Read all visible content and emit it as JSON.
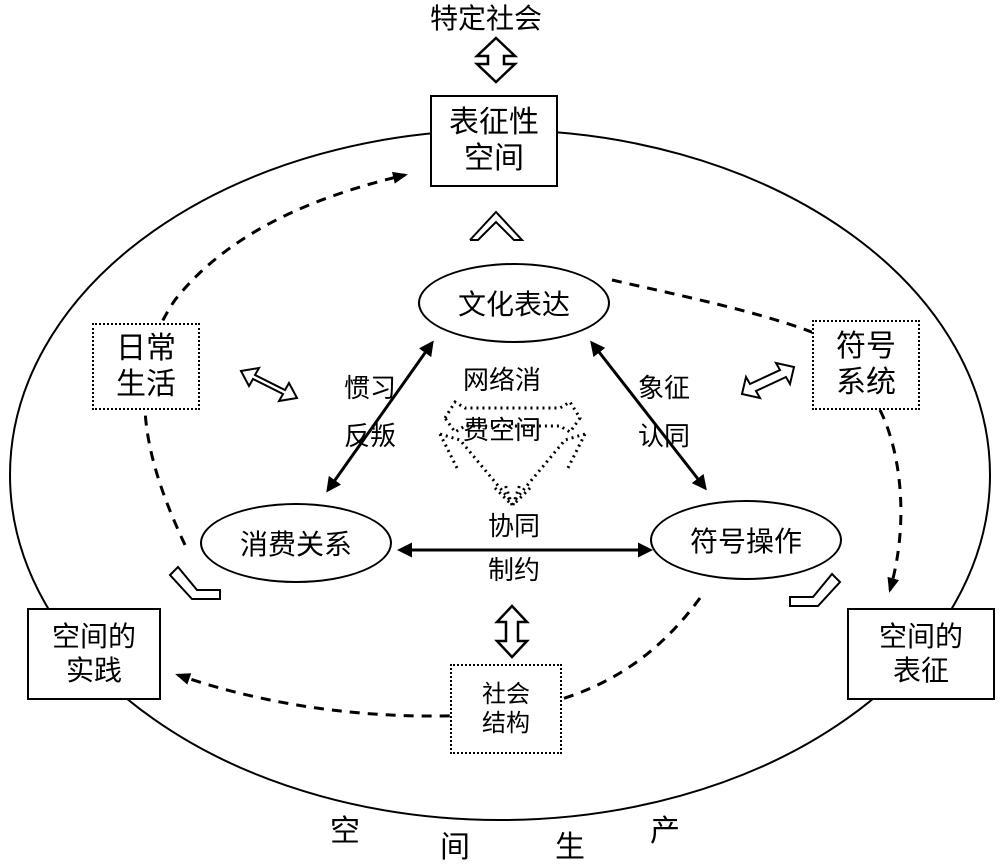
{
  "top_label": "特定社会",
  "boxes": {
    "representational_space": [
      "表征性",
      "空间"
    ],
    "spatial_practice": [
      "空间的",
      "实践"
    ],
    "representation_of_space": [
      "空间的",
      "表征"
    ],
    "everyday_life": [
      "日常",
      "生活"
    ],
    "symbol_system": [
      "符号",
      "系统"
    ],
    "social_structure": [
      "社会",
      "结构"
    ]
  },
  "ellipses": {
    "cultural_expression": "文化表达",
    "consumption_relations": "消费关系",
    "symbol_operation": "符号操作"
  },
  "relations": {
    "habit_rebellion": [
      "惯习",
      "反叛"
    ],
    "symbolic_identity": [
      "象征",
      "认同"
    ],
    "coordination": [
      "协同",
      "制约"
    ],
    "network_consumption_space": [
      "网络消",
      "费空间"
    ]
  },
  "bottom_label": [
    "空",
    "间",
    "生",
    "产"
  ]
}
